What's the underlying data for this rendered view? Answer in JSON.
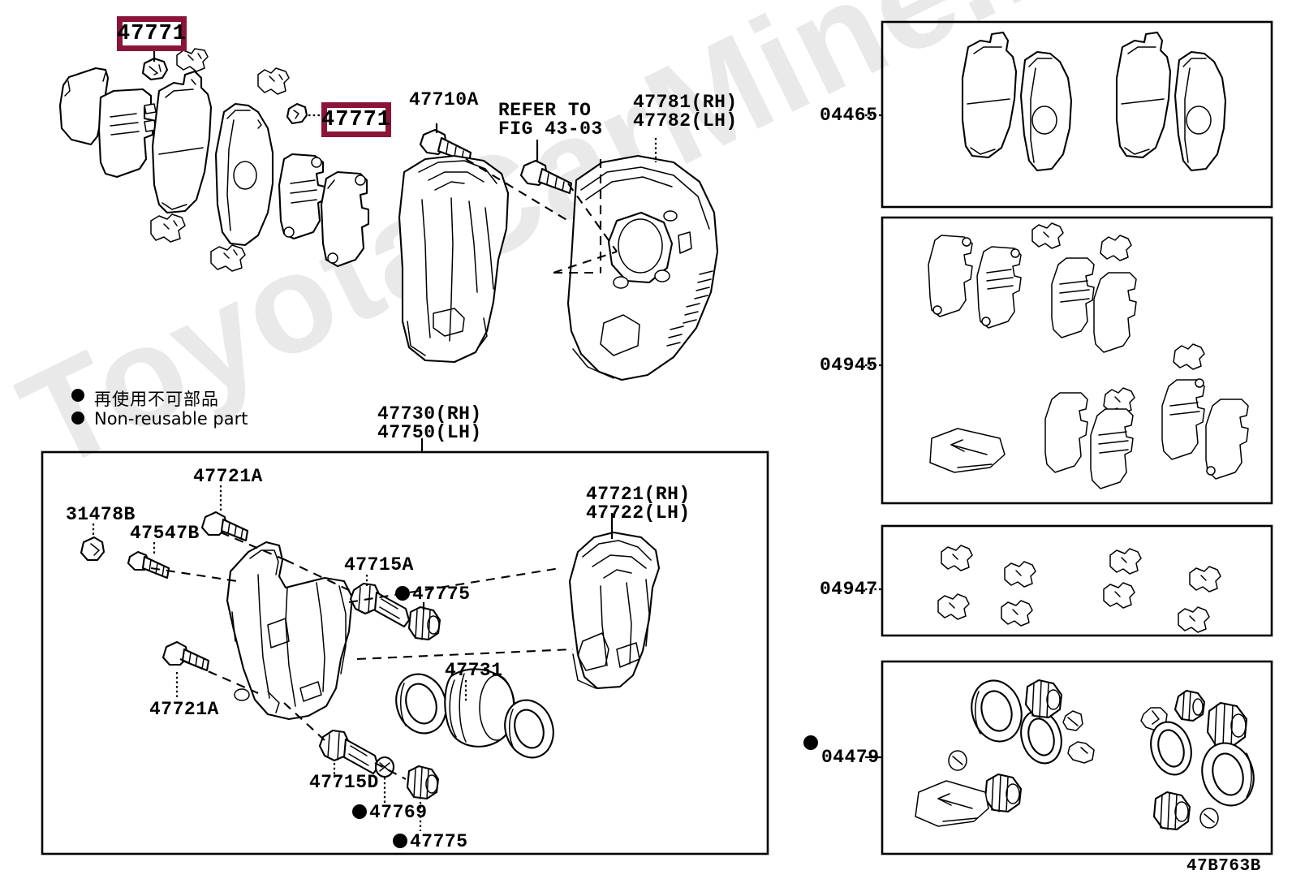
{
  "figure": {
    "code": "47B763B",
    "watermark": "ToyotaCarMine.ru"
  },
  "legend": {
    "japanese": "再使用不可部品",
    "english": "Non-reusable part"
  },
  "highlighted_parts": [
    {
      "number": "47771",
      "id": "hl-top"
    },
    {
      "number": "47771",
      "id": "hl-mid"
    }
  ],
  "labels": {
    "pad_kit_top": "47771",
    "pad_kit_mid": "47771",
    "bolt_47710a": "47710A",
    "refer_line1": "REFER TO",
    "refer_line2": "FIG 43-03",
    "splash_rh": "47781(RH)",
    "splash_lh": "47782(LH)",
    "caliper_rh": "47730(RH)",
    "caliper_lh": "47750(LH)",
    "plug_31478b": "31478B",
    "bleeder_47547b": "47547B",
    "bolt_47721a_top": "47721A",
    "bolt_47721a_bottom": "47721A",
    "slide_pin_47715a": "47715A",
    "boot_47775_upper": "47775",
    "piston_47731": "47731",
    "slide_pin_47715d": "47715D",
    "ring_47769": "47769",
    "boot_47775_lower": "47775",
    "bracket_rh": "47721(RH)",
    "bracket_lh": "47722(LH)"
  },
  "kit_boxes": [
    {
      "number": "04465",
      "non_reusable": false,
      "contents": "front brake pad set"
    },
    {
      "number": "04945",
      "non_reusable": false,
      "contents": "pad shim and fitting kit"
    },
    {
      "number": "04947",
      "non_reusable": false,
      "contents": "pad support plate clip kit"
    },
    {
      "number": "04479",
      "non_reusable": true,
      "contents": "caliper seal and boot kit"
    }
  ],
  "colors": {
    "highlight_border": "#8B1538",
    "line": "#000000",
    "background": "#ffffff",
    "watermark": "#e9e9e9"
  }
}
